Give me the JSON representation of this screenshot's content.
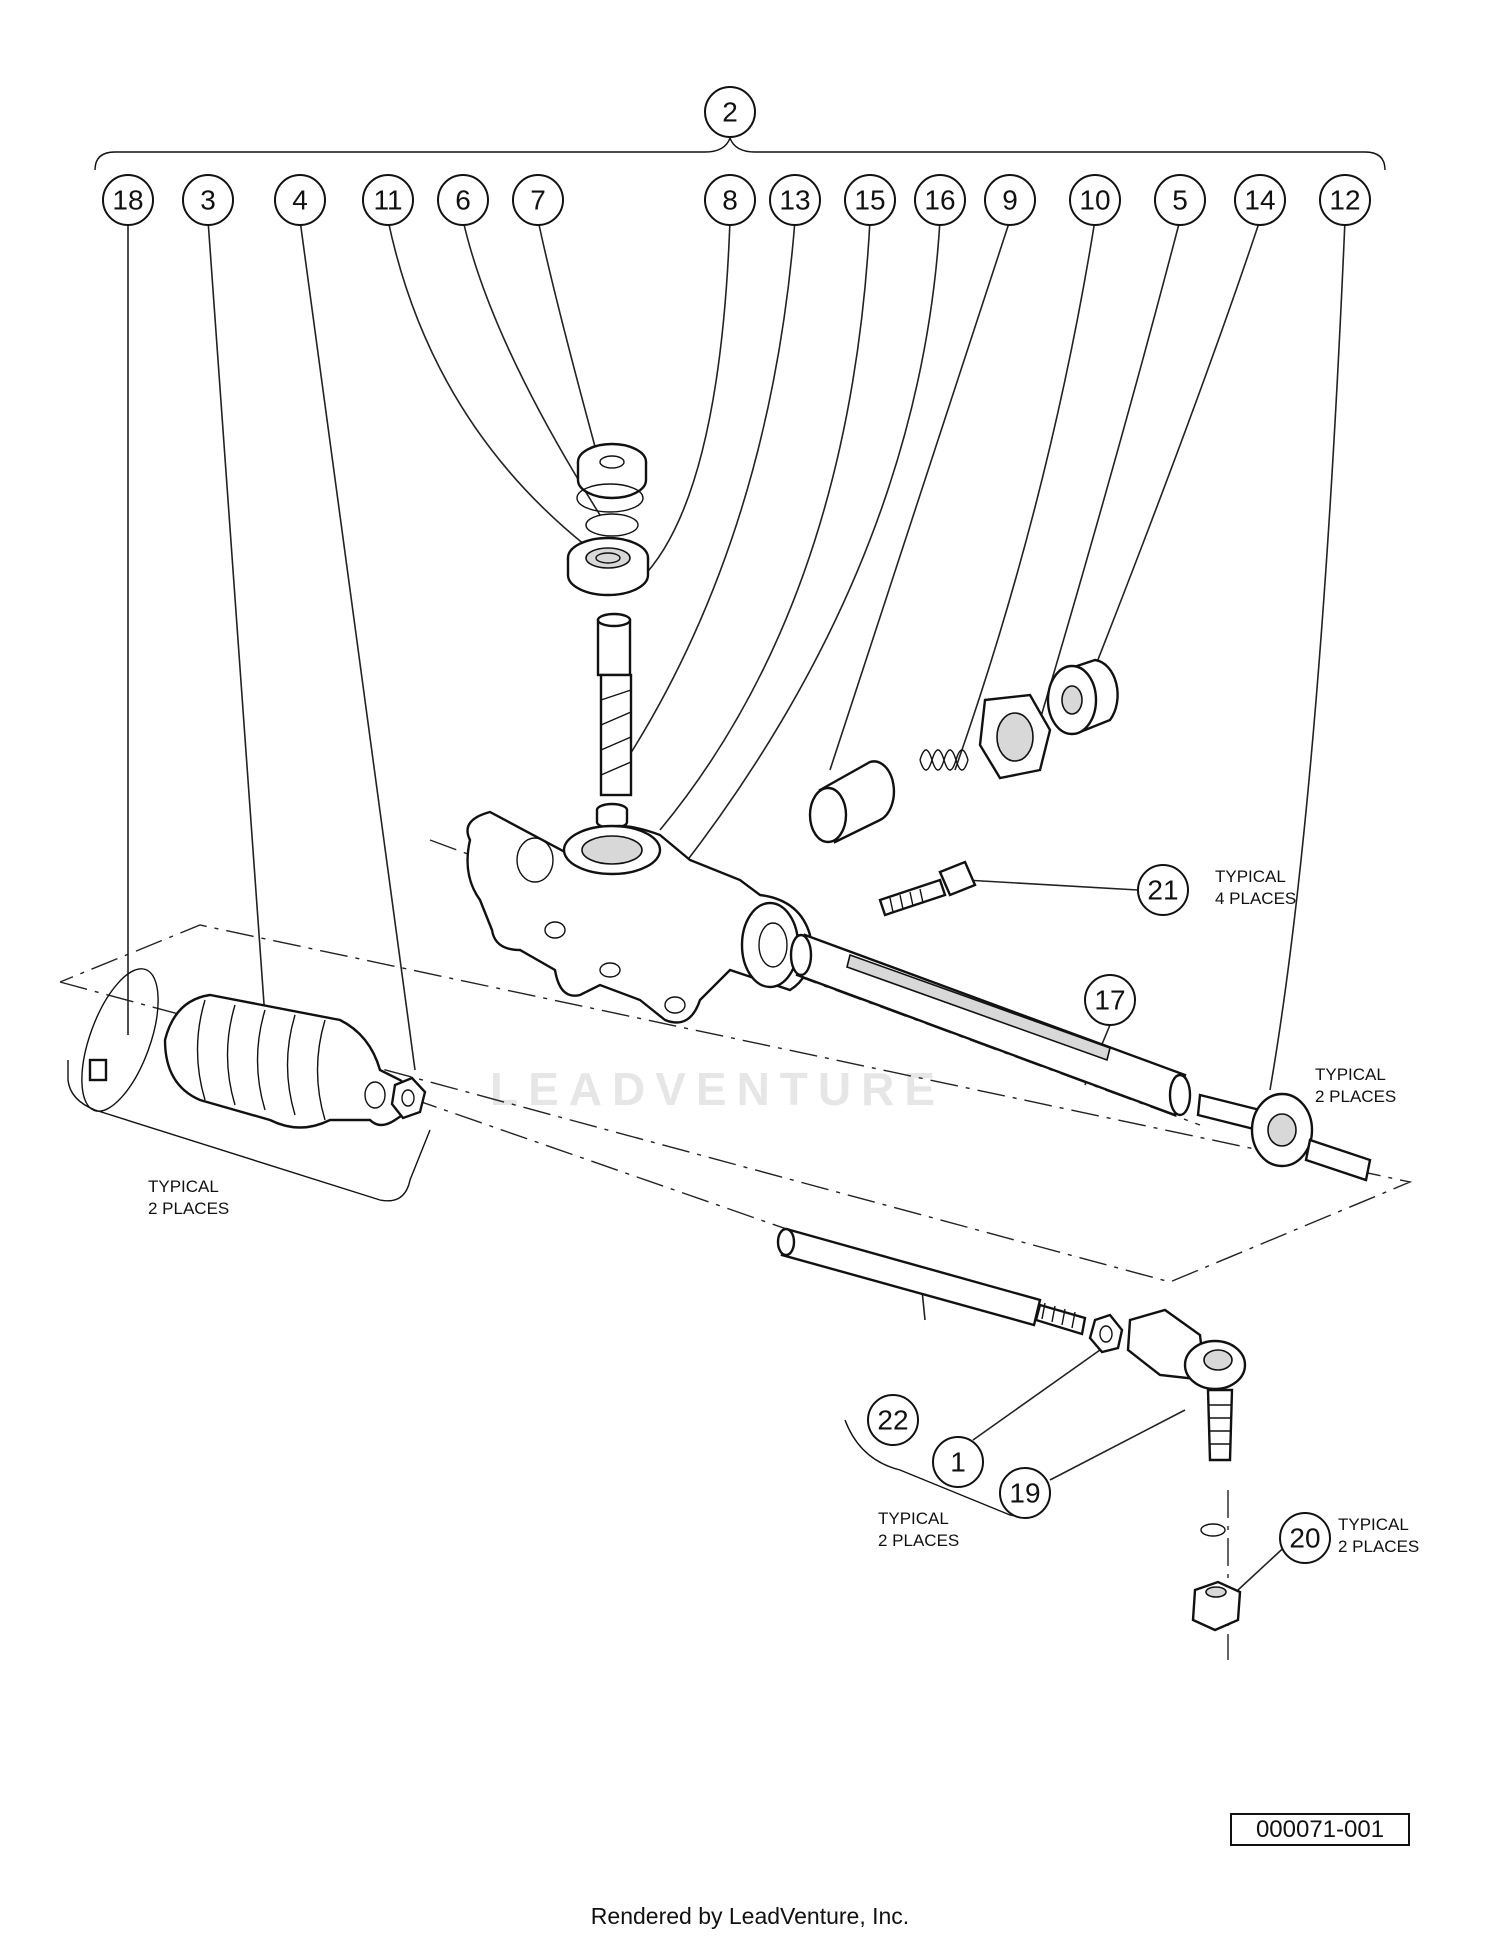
{
  "diagram": {
    "callouts": {
      "c1": "1",
      "c2": "2",
      "c3": "3",
      "c4": "4",
      "c5": "5",
      "c6": "6",
      "c7": "7",
      "c8": "8",
      "c9": "9",
      "c10": "10",
      "c11": "11",
      "c12": "12",
      "c13": "13",
      "c14": "14",
      "c15": "15",
      "c16": "16",
      "c17": "17",
      "c18": "18",
      "c19": "19",
      "c20": "20",
      "c21": "21",
      "c22": "22"
    },
    "notes": {
      "typical": "TYPICAL",
      "two_places": "2 PLACES",
      "four_places": "4 PLACES"
    },
    "watermark": "LEADVENTURE",
    "drawing_number": "000071-001",
    "footer": "Rendered by LeadVenture, Inc."
  }
}
